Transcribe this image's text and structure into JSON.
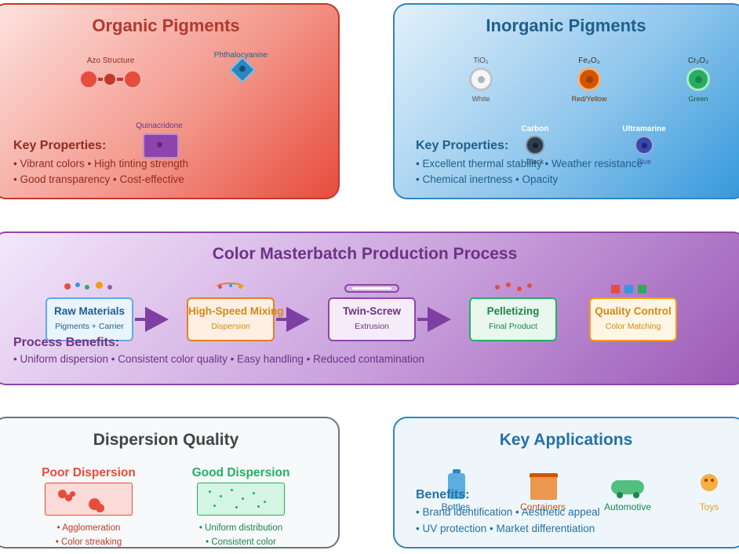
{
  "organic": {
    "title": "Organic Pigments",
    "azo_label": "Azo Structure",
    "phthalo_label": "Phthalocyanine",
    "quinacridone_label": "Quinacridone",
    "properties_heading": "Key Properties:",
    "properties": [
      "• Vibrant colors • High tinting strength",
      "• Good transparency • Cost-effective"
    ]
  },
  "inorganic": {
    "title": "Inorganic Pigments",
    "pigments": [
      {
        "formula": "TiO₂",
        "color_name": "White"
      },
      {
        "formula": "Fe₂O₃",
        "color_name": "Red/Yellow"
      },
      {
        "formula": "Cr₂O₃",
        "color_name": "Green"
      },
      {
        "formula": "Carbon",
        "color_name": "Black"
      },
      {
        "formula": "Ultramarine",
        "color_name": "Blue"
      }
    ],
    "properties_heading": "Key Properties:",
    "properties": [
      "• Excellent thermal stability • Weather resistance",
      "• Chemical inertness • Opacity"
    ]
  },
  "process": {
    "title": "Color Masterbatch Production Process",
    "steps": [
      {
        "title": "Raw Materials",
        "subtitle": "Pigments + Carrier"
      },
      {
        "title": "High-Speed Mixing",
        "subtitle": "Dispersion"
      },
      {
        "title": "Twin-Screw",
        "subtitle": "Extrusion"
      },
      {
        "title": "Pelletizing",
        "subtitle": "Final Product"
      },
      {
        "title": "Quality Control",
        "subtitle": "Color Matching"
      }
    ],
    "benefits_heading": "Process Benefits:",
    "benefits": "• Uniform dispersion • Consistent color quality • Easy handling • Reduced contamination"
  },
  "dispersion": {
    "title": "Dispersion Quality",
    "poor_title": "Poor Dispersion",
    "poor_points": [
      "• Agglomeration",
      "• Color streaking"
    ],
    "good_title": "Good Dispersion",
    "good_points": [
      "• Uniform distribution",
      "• Consistent color"
    ]
  },
  "applications": {
    "title": "Key Applications",
    "items": [
      "Bottles",
      "Containers",
      "Automotive",
      "Toys"
    ],
    "benefits_heading": "Benefits:",
    "benefits": [
      "• Brand identification • Aesthetic appeal",
      "• UV protection • Market differentiation"
    ]
  },
  "colors": {
    "organic_red": "#c0392b",
    "inorganic_blue": "#1f5f8b",
    "process_purple": "#6c3483",
    "poor_red": "#e74c3c",
    "good_green": "#27ae60",
    "app_blue": "#2471a3"
  }
}
